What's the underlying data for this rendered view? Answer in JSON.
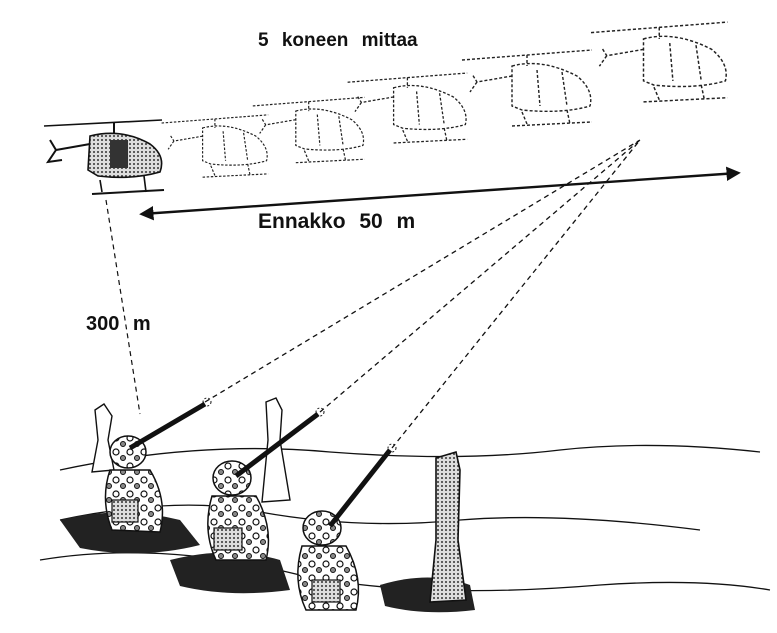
{
  "labels": {
    "title": "5  koneen mittaa",
    "lead_distance": "Ennakko  50  m",
    "altitude": "300  m"
  },
  "icons": {
    "helicopter": "helicopter-icon",
    "soldier": "soldier-icon",
    "tree": "tree-stump-icon"
  },
  "colors": {
    "ink": "#111111",
    "paper": "#ffffff"
  }
}
